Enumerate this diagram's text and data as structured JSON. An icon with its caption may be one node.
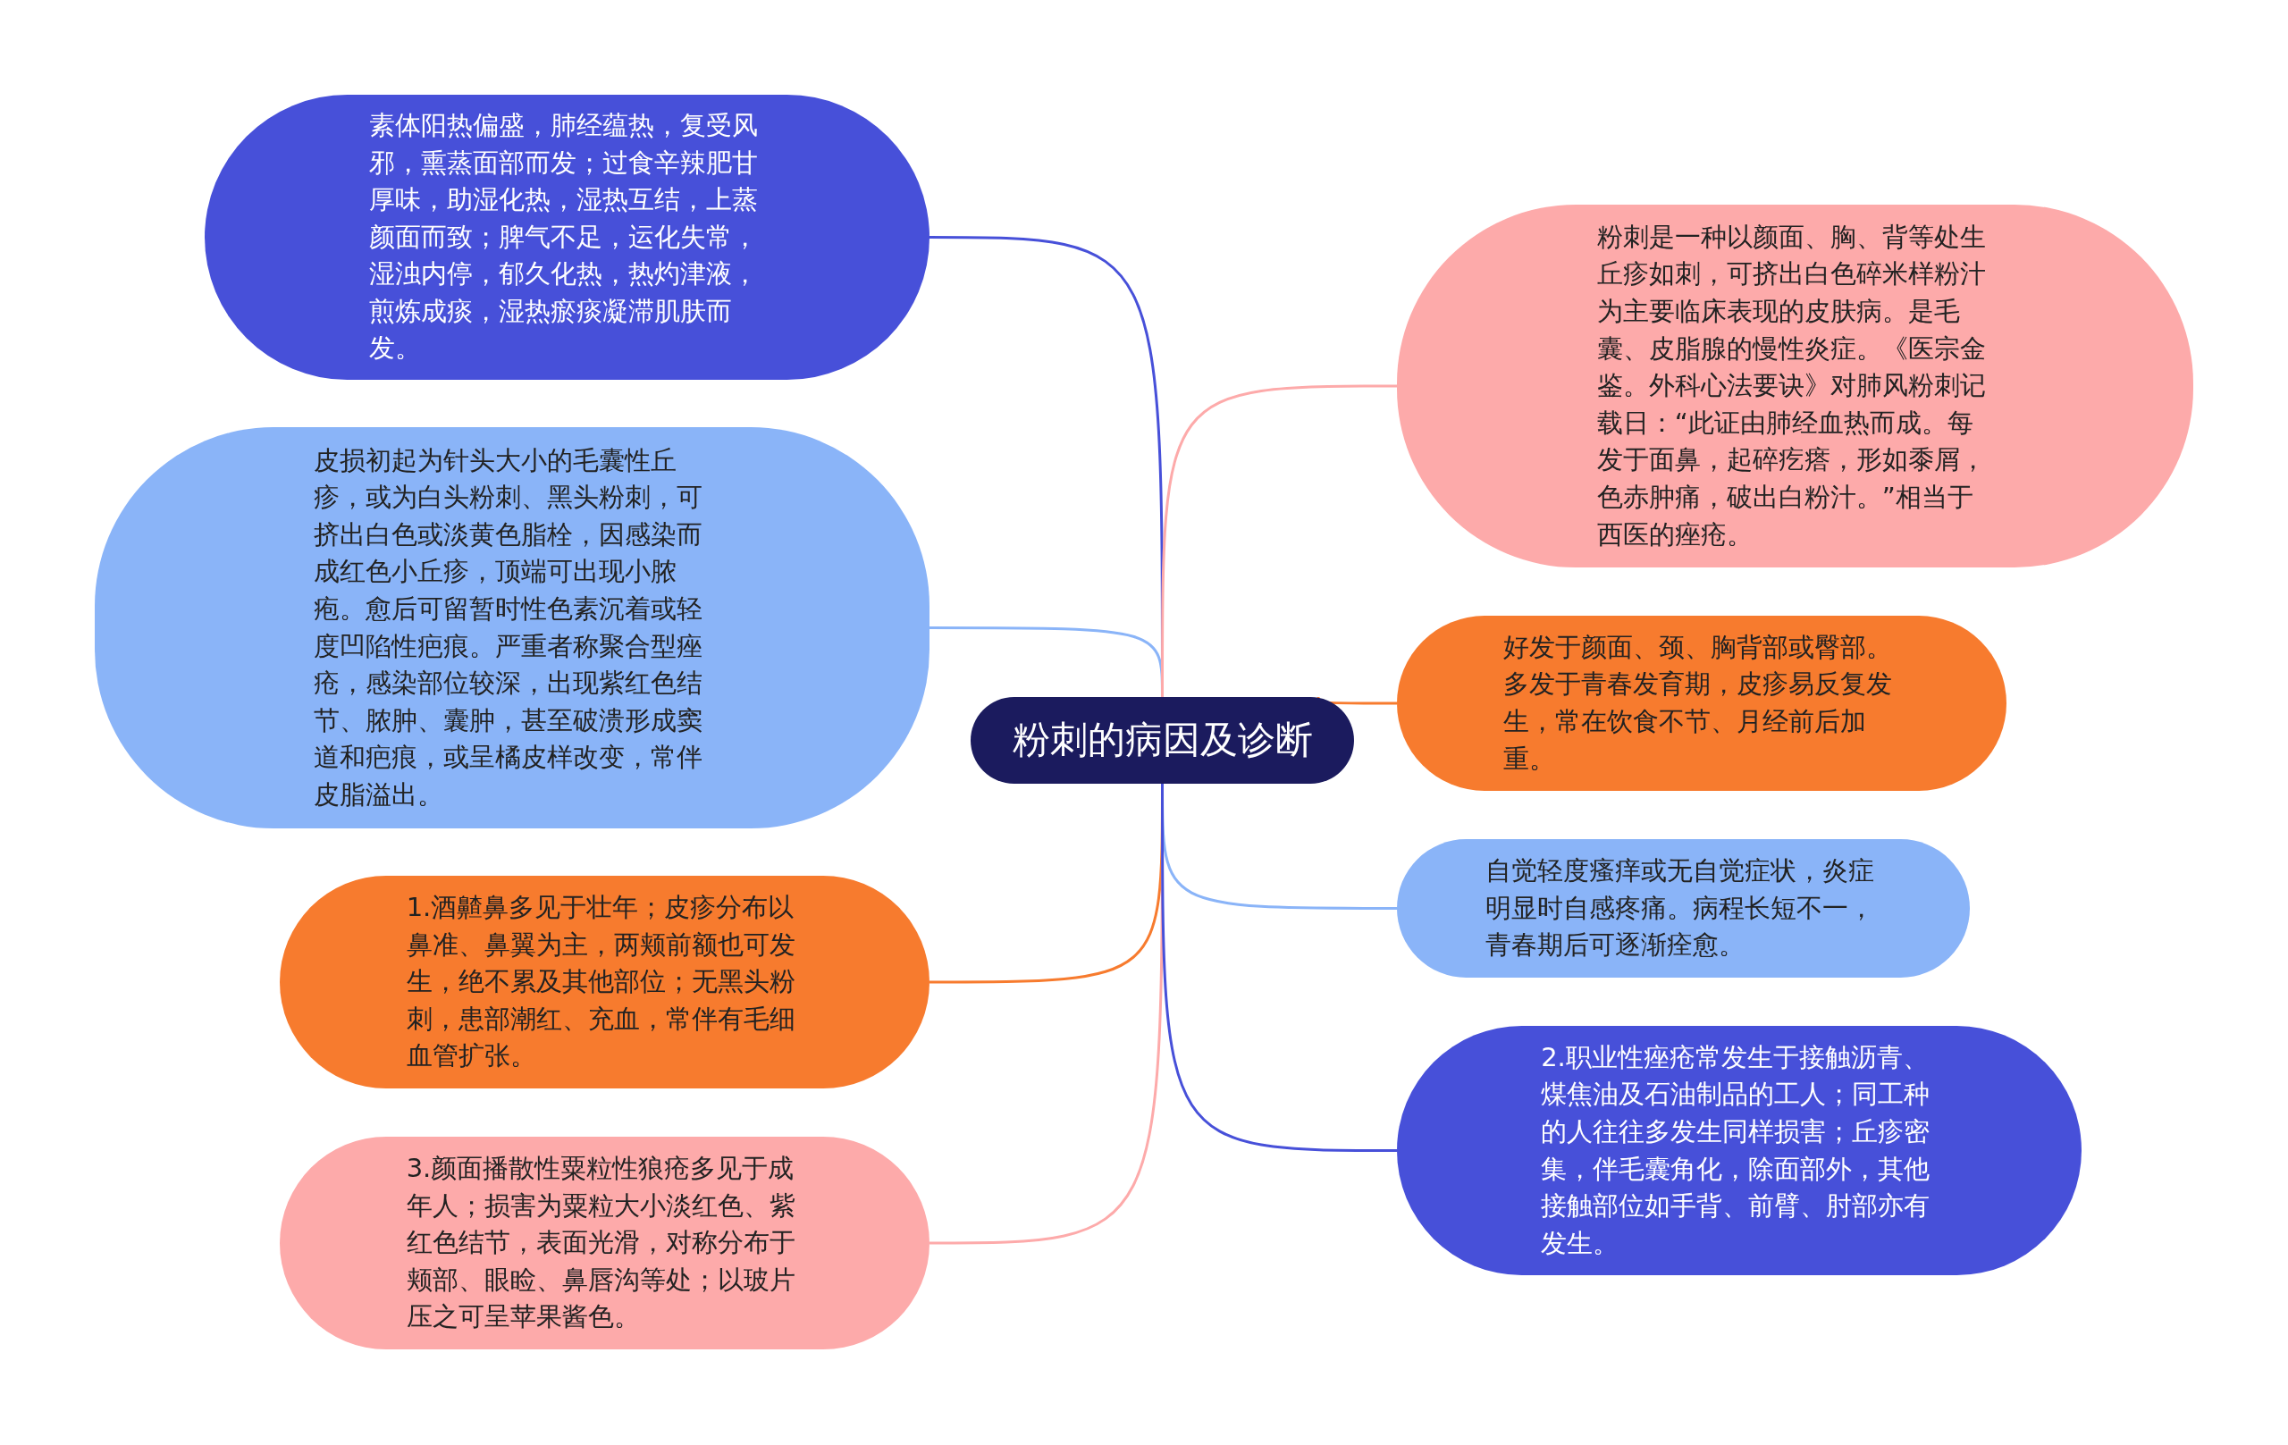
{
  "diagram": {
    "nodes": [
      {
        "text": [
          "粉刺的病因及诊断"
        ]
      },
      {
        "text": [
          "素体阳热偏盛，肺经蕴热，复受风邪，熏蒸面部而发；过食辛辣肥甘厚味，助湿化热，湿热互结，上蒸颜面而致；脾气不足，运化失常，湿浊内停，郁久化热，热灼津液，煎炼成痰，湿热瘀痰凝滞肌肤而发。"
        ]
      },
      {
        "text": [
          "皮损初起为针头大小的毛囊性丘疹，或为白头粉刺、黑头粉刺，可挤出白色或淡黄色脂栓，因感染而成红色小丘疹，顶端可出现小脓疱。愈后可留暂时性色素沉着或轻度凹陷性疤痕。严重者称聚合型痤疮，感染部位较深，出现紫红色结节、脓肿、囊肿，甚至破溃形成窦道和疤痕，或呈橘皮样改变，常伴皮脂溢出。"
        ]
      },
      {
        "text": [
          "1.酒齄鼻多见于壮年；皮疹分布以鼻准、鼻翼为主，两颊前额也可发生，绝不累及其他部位；无黑头粉刺，患部潮红、充血，常伴有毛细血管扩张。"
        ]
      },
      {
        "text": [
          "3.颜面播散性粟粒性狼疮多见于成年人；损害为粟粒大小淡红色、紫红色结节，表面光滑，对称分布于颊部、眼睑、鼻唇沟等处；以玻片压之可呈苹果酱色。"
        ]
      },
      {
        "text": [
          "粉刺是一种以颜面、胸、背等处生丘疹如刺，可挤出白色碎米样粉汁为主要临床表现的皮肤病。是毛囊、皮脂腺的慢性炎症。《医宗金鉴。外科心法要诀》对肺风粉刺记载日：“此证由肺经血热而成。每发于面鼻，起碎疙瘩，形如黍屑，色赤肿痛，破出白粉汁。”相当于西医的痤疮。"
        ]
      },
      {
        "text": [
          "好发于颜面、颈、胸背部或臀部。多发于青春发育期，皮疹易反复发生，常在饮食不节、月经前后加重。"
        ]
      },
      {
        "text": [
          "自觉轻度瘙痒或无自觉症状，炎症明显时自感疼痛。病程长短不一，青春期后可逐渐痊愈。"
        ]
      },
      {
        "text": [
          "2.职业性痤疮常发生于接触沥青、煤焦油及石油制品的工人；同工种的人往往多发生同样损害；丘疹密集，伴毛囊角化，除面部外，其他接触部位如手背、前臂、肘部亦有发生。"
        ]
      }
    ],
    "edges": [
      {
        "from": 0,
        "to": 1,
        "arrow": "none",
        "color": "#4750d9"
      },
      {
        "from": 0,
        "to": 2,
        "arrow": "none",
        "color": "#8ab4f8"
      },
      {
        "from": 0,
        "to": 3,
        "arrow": "none",
        "color": "#f77b2e"
      },
      {
        "from": 0,
        "to": 4,
        "arrow": "none",
        "color": "#fdaaaa"
      },
      {
        "from": 0,
        "to": 5,
        "arrow": "none",
        "color": "#fdaaaa"
      },
      {
        "from": 0,
        "to": 6,
        "arrow": "none",
        "color": "#f77b2e"
      },
      {
        "from": 0,
        "to": 7,
        "arrow": "none",
        "color": "#8ab4f8"
      },
      {
        "from": 0,
        "to": 8,
        "arrow": "none",
        "color": "#4750d9"
      }
    ]
  }
}
